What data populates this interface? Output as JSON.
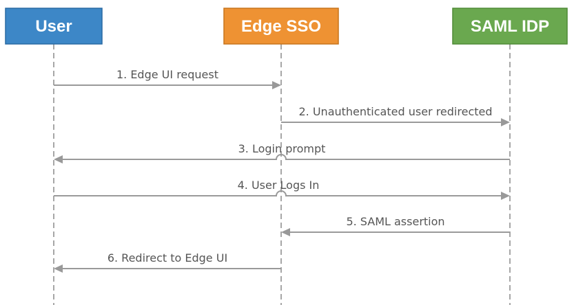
{
  "actors": [
    {
      "id": "user",
      "label": "User",
      "fill": "#3d87c7",
      "stroke": "#2a6aa3"
    },
    {
      "id": "edge_sso",
      "label": "Edge SSO",
      "fill": "#ee9233",
      "stroke": "#c7741c"
    },
    {
      "id": "saml_idp",
      "label": "SAML IDP",
      "fill": "#6aa84f",
      "stroke": "#4f8a37"
    }
  ],
  "messages": [
    {
      "label": "1. Edge UI request",
      "from": "user",
      "to": "edge_sso"
    },
    {
      "label": "2. Unauthenticated user redirected",
      "from": "edge_sso",
      "to": "saml_idp"
    },
    {
      "label": "3. Login prompt",
      "from": "saml_idp",
      "to": "user"
    },
    {
      "label": "4. User Logs In",
      "from": "user",
      "to": "saml_idp"
    },
    {
      "label": "5. SAML assertion",
      "from": "saml_idp",
      "to": "edge_sso"
    },
    {
      "label": "6. Redirect to Edge UI",
      "from": "edge_sso",
      "to": "user"
    }
  ]
}
